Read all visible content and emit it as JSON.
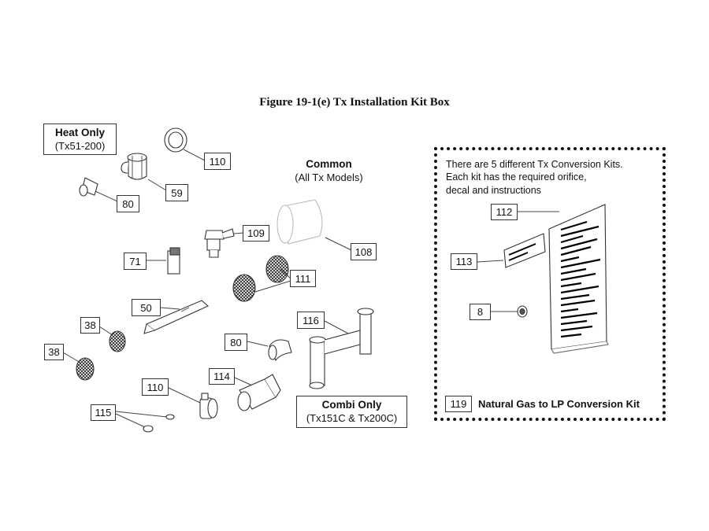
{
  "figure": {
    "title": "Figure 19-1(e)  Tx Installation Kit Box"
  },
  "groups": {
    "heat_only": {
      "title": "Heat Only",
      "models": "(Tx51-200)"
    },
    "common": {
      "title": "Common",
      "models": "(All Tx Models)"
    },
    "combi_only": {
      "title": "Combi Only",
      "models": "(Tx151C & Tx200C)"
    }
  },
  "callouts": {
    "c110a": "110",
    "c59": "59",
    "c80a": "80",
    "c109": "109",
    "c108": "108",
    "c71": "71",
    "c111": "111",
    "c50": "50",
    "c38a": "38",
    "c38b": "38",
    "c116": "116",
    "c80b": "80",
    "c114": "114",
    "c110b": "110",
    "c115": "115"
  },
  "conversion_kit": {
    "note_line1": "There are 5 different Tx Conversion Kits.",
    "note_line2": "Each kit has the required orifice,",
    "note_line3": "decal and instructions",
    "c112": "112",
    "c113": "113",
    "c8": "8",
    "footer_number": "119",
    "footer_label": "Natural Gas to LP Conversion Kit"
  }
}
